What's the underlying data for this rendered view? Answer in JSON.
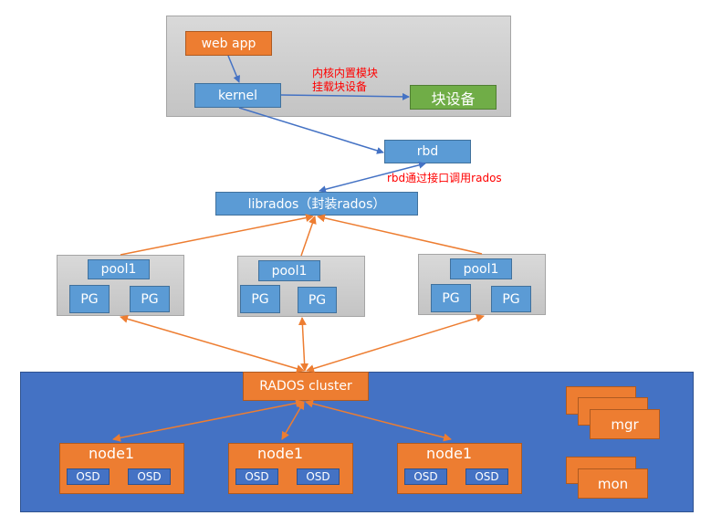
{
  "colors": {
    "blue_box": "#5b9bd5",
    "orange_box": "#ed7d31",
    "green_box": "#70ad47",
    "cluster_bg": "#4472c4",
    "gray_container": "#d0d0d0",
    "annotation_red": "#ff0000",
    "arrow_blue": "#4472c4",
    "arrow_orange": "#ed7d31"
  },
  "top_layer": {
    "web_app": "web app",
    "kernel": "kernel",
    "block_device": "块设备",
    "annotation_line1": "内核内置模块",
    "annotation_line2": "挂载块设备"
  },
  "rbd": {
    "label": "rbd",
    "annotation": "rbd通过接口调用rados"
  },
  "librados": {
    "label": "librados（封装rados）"
  },
  "pools": [
    {
      "name": "pool1",
      "pgs": [
        "PG",
        "PG"
      ]
    },
    {
      "name": "pool1",
      "pgs": [
        "PG",
        "PG"
      ]
    },
    {
      "name": "pool1",
      "pgs": [
        "PG",
        "PG"
      ]
    }
  ],
  "cluster": {
    "label": "RADOS cluster",
    "nodes": [
      {
        "name": "node1",
        "osds": [
          "OSD",
          "OSD"
        ]
      },
      {
        "name": "node1",
        "osds": [
          "OSD",
          "OSD"
        ]
      },
      {
        "name": "node1",
        "osds": [
          "OSD",
          "OSD"
        ]
      }
    ],
    "mgr": "mgr",
    "mon": "mon"
  }
}
